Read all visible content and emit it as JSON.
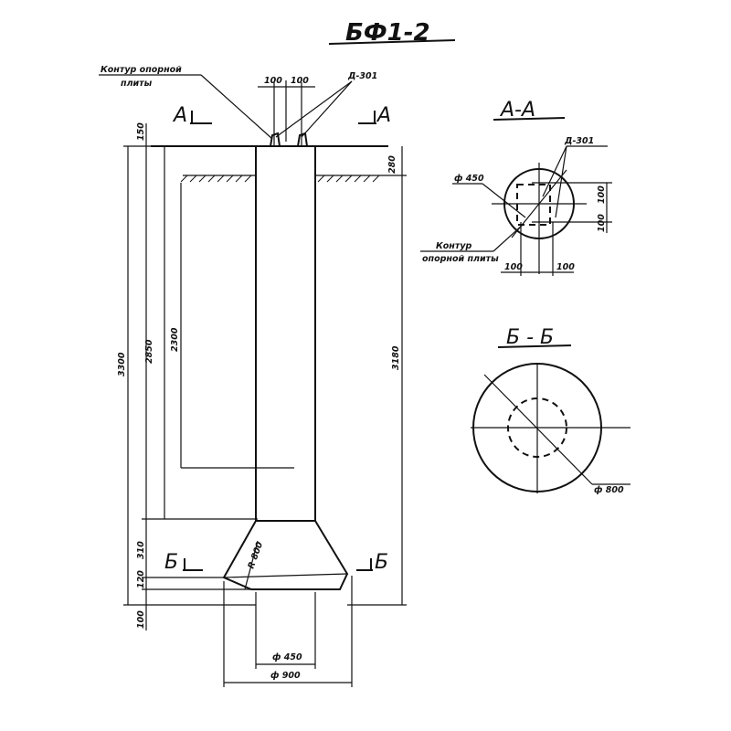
{
  "title": "БФ1-2",
  "main_view": {
    "note_contour": [
      "Контур опорной",
      "плиты"
    ],
    "label_d301": "Д-301",
    "section_a_left": "А",
    "section_a_right": "А",
    "section_b_left": "Б",
    "section_b_right": "Б",
    "dims": {
      "d100_left": "100",
      "d100_right": "100",
      "d150": "150",
      "d280": "280",
      "d3300": "3300",
      "d2850": "2850",
      "d2300": "2300",
      "d3180": "3180",
      "d310": "310",
      "d120": "120",
      "d100_bottom": "100",
      "r800": "R 800",
      "phi450": "ф 450",
      "phi900": "ф 900"
    }
  },
  "section_aa": {
    "title": "А-А",
    "label_d301": "Д-301",
    "phi450": "ф 450",
    "note_contour": [
      "Контур",
      "опорной плиты"
    ],
    "d100_a": "100",
    "d100_b": "100",
    "d100_c": "100",
    "d100_d": "100"
  },
  "section_bb": {
    "title": "Б - Б",
    "phi800": "ф 800"
  }
}
